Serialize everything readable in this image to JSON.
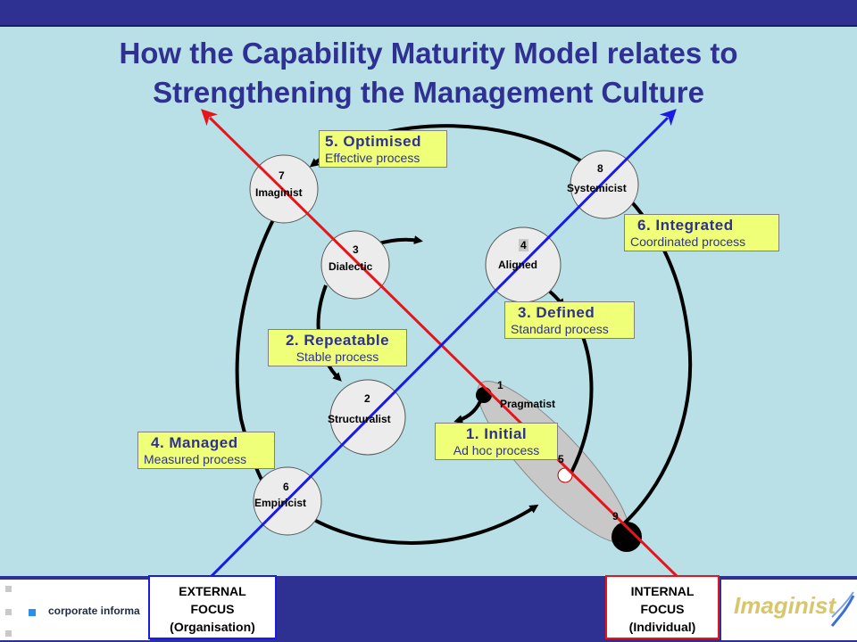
{
  "title_line1": "How the Capability Maturity Model relates to",
  "title_line2": "Strengthening the Management Culture",
  "circles": [
    {
      "number": "1",
      "label": "Pragmatist"
    },
    {
      "number": "2",
      "label": "Structuralist"
    },
    {
      "number": "3",
      "label": "Dialectic"
    },
    {
      "number": "4",
      "label": "Aligned"
    },
    {
      "number": "5",
      "label": ""
    },
    {
      "number": "6",
      "label": "Empiricist"
    },
    {
      "number": "7",
      "label": "Imaginist"
    },
    {
      "number": "8",
      "label": "Systemicist"
    },
    {
      "number": "9",
      "label": ""
    }
  ],
  "stages": [
    {
      "name": "1. Initial",
      "desc": "Ad hoc process"
    },
    {
      "name": "2. Repeatable",
      "desc": "Stable process"
    },
    {
      "name": "3. Defined",
      "desc": "Standard process"
    },
    {
      "name": "4. Managed",
      "desc": "Measured process"
    },
    {
      "name": "5. Optimised",
      "desc": "Effective process"
    },
    {
      "name": "6. Integrated",
      "desc": "Coordinated process"
    }
  ],
  "focus_external": {
    "line1": "EXTERNAL",
    "line2": "FOCUS",
    "line3": "(Organisation)"
  },
  "focus_internal": {
    "line1": "INTERNAL",
    "line2": "FOCUS",
    "line3": "(Individual)"
  },
  "logo_left_text": "corporate informa",
  "logo_right_text": "Imaginist",
  "colors": {
    "title": "#2e3192",
    "bar": "#2e3192",
    "background": "#b9e0e6",
    "stage_box": "#f0ff78",
    "internal_axis": "#e8141b",
    "external_axis": "#1a1ae6"
  }
}
